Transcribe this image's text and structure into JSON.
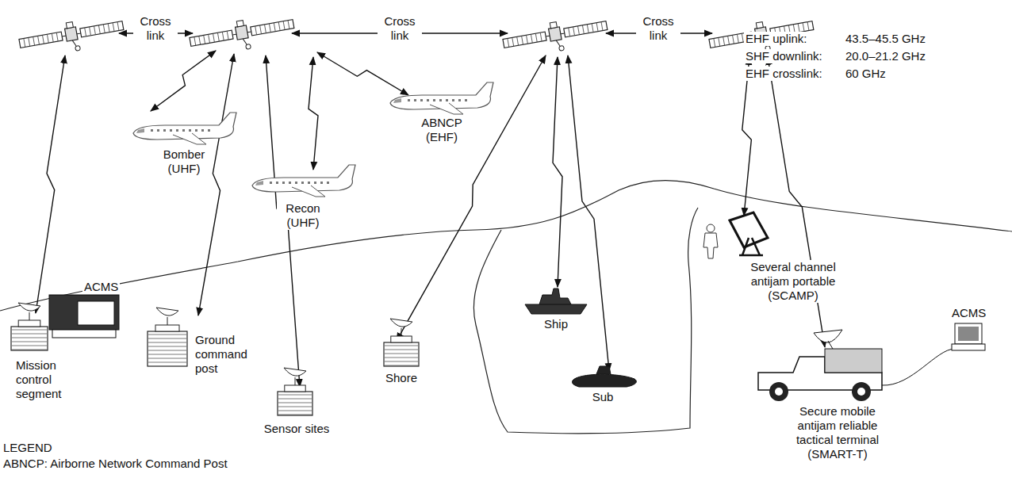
{
  "diagram": {
    "labels": [
      "Cross link",
      "Cross link",
      "Cross link",
      "EHF uplink:",
      "43.5–45.5 GHz",
      "SHF downlink:",
      "20.0–21.2 GHz",
      "EHF crosslink:",
      "60 GHz",
      "Bomber (UHF)",
      "Recon (UHF)",
      "ABNCP (EHF)",
      "ACMS",
      "Mission control segment",
      "Ground command post",
      "Sensor sites",
      "Shore",
      "Ship",
      "Sub",
      "Several channel antijam portable (SCAMP)",
      "ACMS",
      "Secure mobile antijam reliable tactical terminal (SMART-T)",
      "LEGEND"
    ],
    "legend": [
      {
        "text": "ABNCP: Airborne Network Command Post"
      }
    ]
  }
}
